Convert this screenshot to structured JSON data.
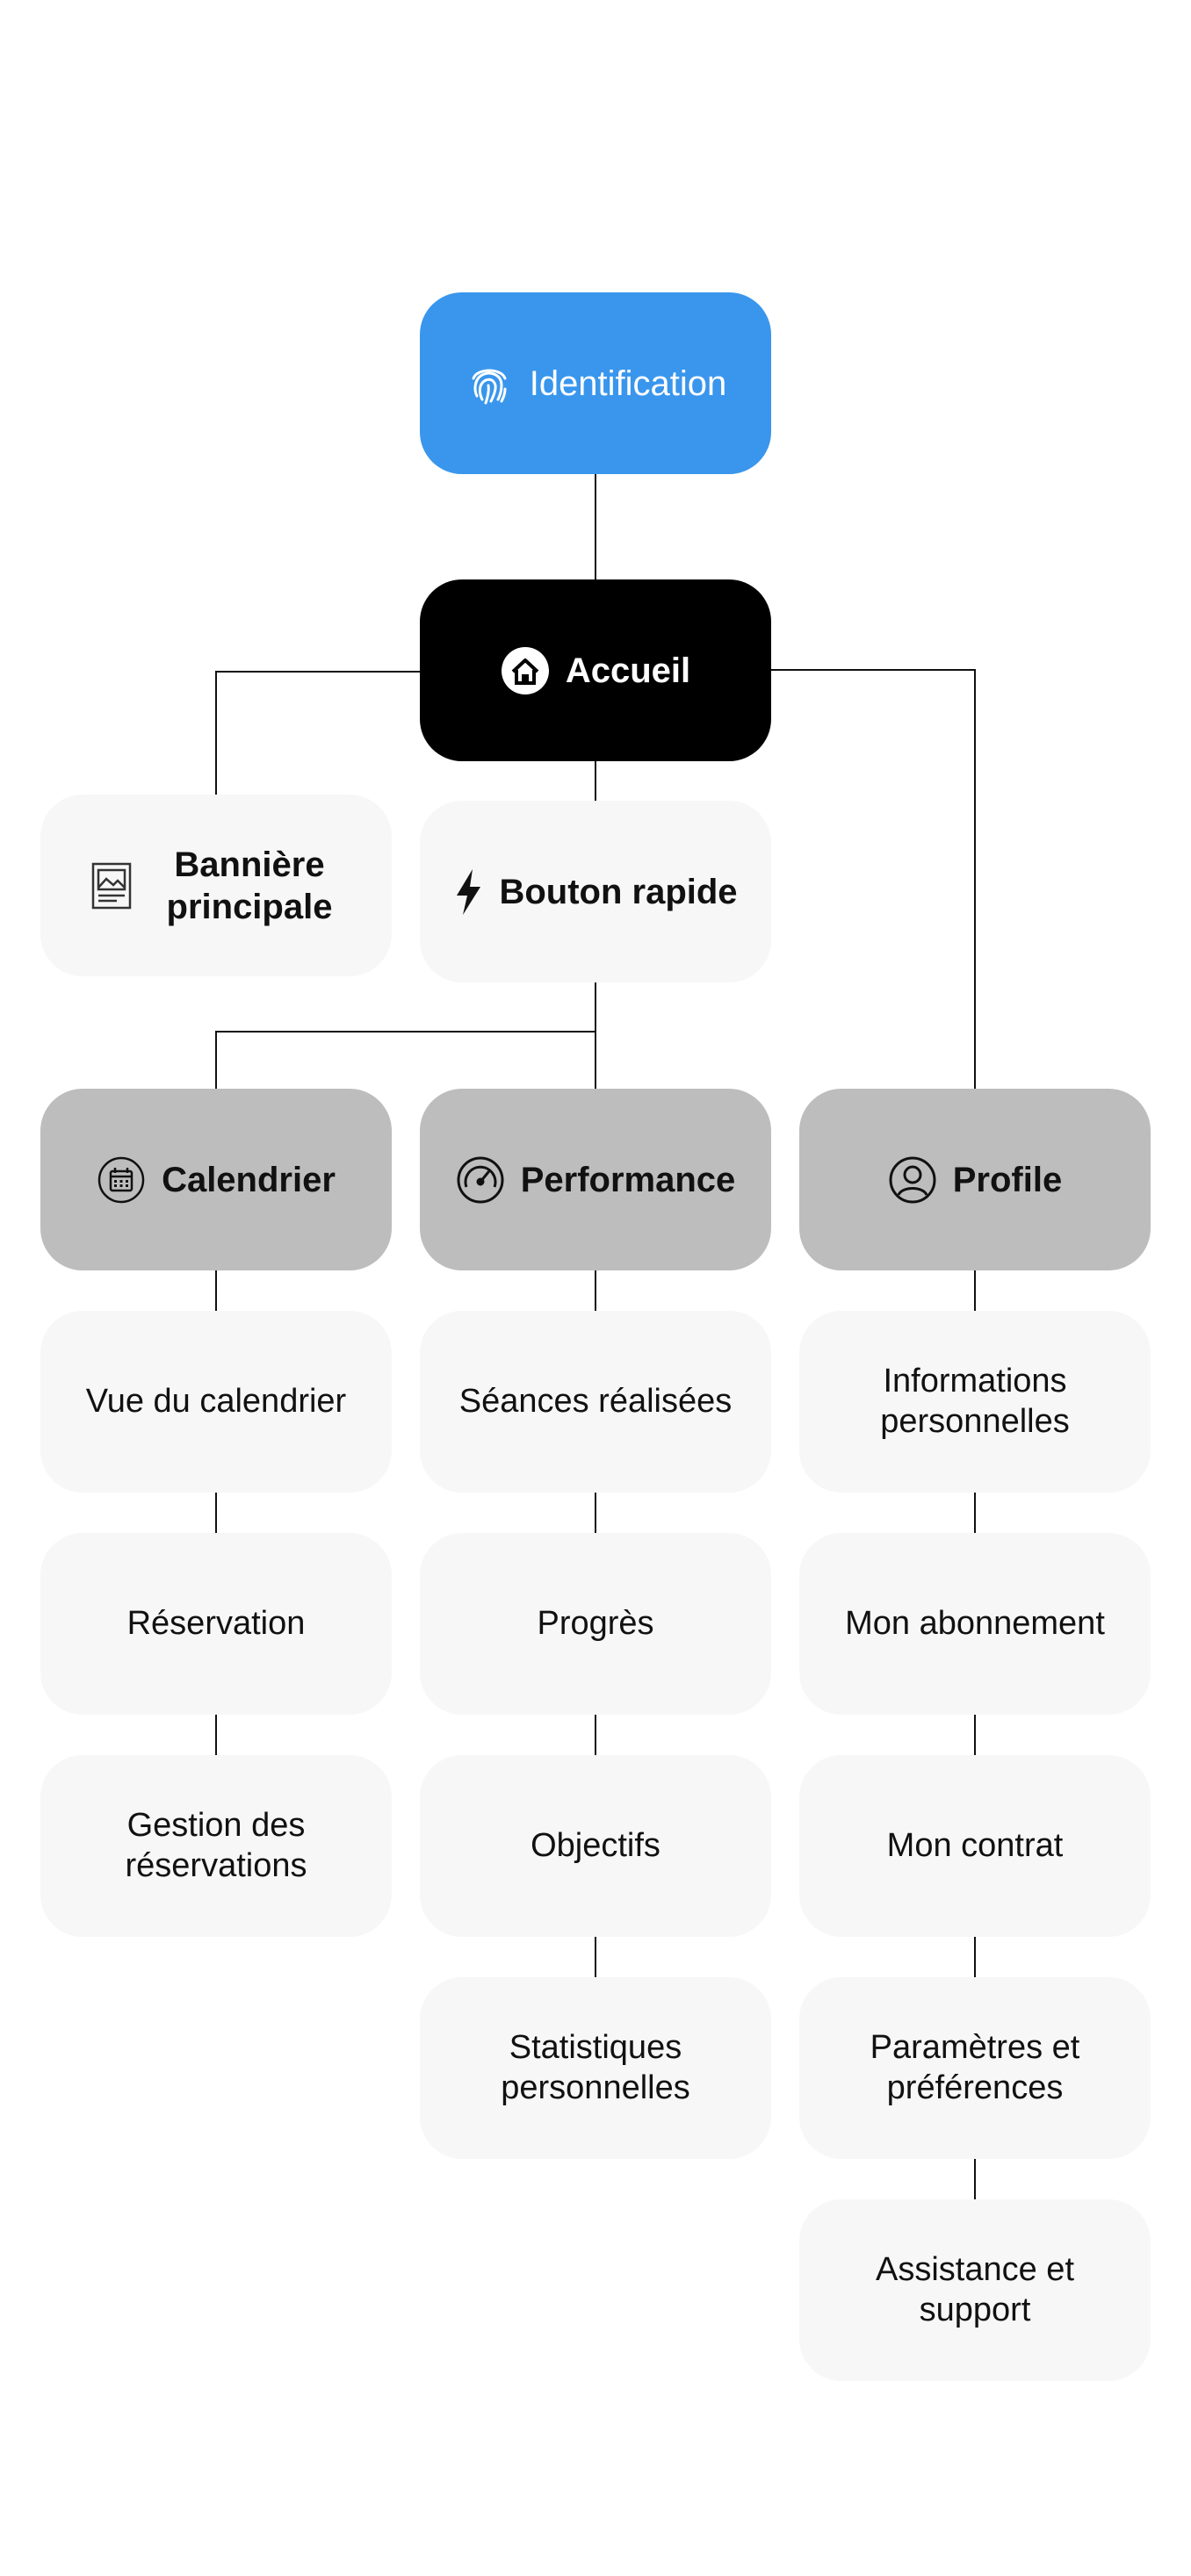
{
  "root": {
    "label": "Identification",
    "icon": "fingerprint-icon"
  },
  "home": {
    "label": "Accueil",
    "icon": "home-icon"
  },
  "home_children": {
    "banner": {
      "label": "Bannière principale",
      "icon": "image-icon"
    },
    "quick": {
      "label": "Bouton rapide",
      "icon": "lightning-icon"
    }
  },
  "categories": [
    {
      "label": "Calendrier",
      "icon": "calendar-icon",
      "items": [
        "Vue du calendrier",
        "Réservation",
        "Gestion des réservations"
      ]
    },
    {
      "label": "Performance",
      "icon": "speedometer-icon",
      "items": [
        "Séances réalisées",
        "Progrès",
        "Objectifs",
        "Statistiques personnelles"
      ]
    },
    {
      "label": "Profile",
      "icon": "user-icon",
      "items": [
        "Informations personnelles",
        "Mon abonnement",
        "Mon contrat",
        "Paramètres et préférences",
        "Assistance et support"
      ]
    }
  ],
  "colors": {
    "primary": "#3996ec",
    "home": "#000000",
    "category": "#bdbdbd",
    "leaf": "#f7f7f7"
  }
}
